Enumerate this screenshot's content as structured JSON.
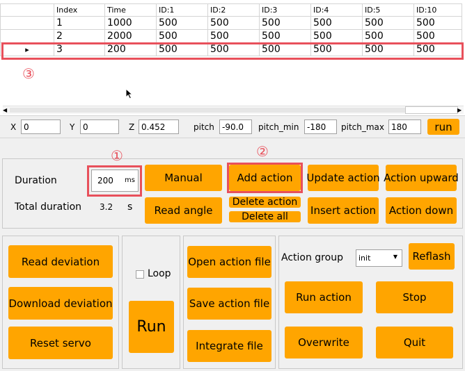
{
  "table": {
    "headers": [
      "",
      "Index",
      "Time",
      "ID:1",
      "ID:2",
      "ID:3",
      "ID:4",
      "ID:5",
      "ID:10"
    ],
    "rows": [
      [
        "",
        "1",
        "1000",
        "500",
        "500",
        "500",
        "500",
        "500",
        "500"
      ],
      [
        "",
        "2",
        "2000",
        "500",
        "500",
        "500",
        "500",
        "500",
        "500"
      ],
      [
        "▸",
        "3",
        "200",
        "500",
        "500",
        "500",
        "500",
        "500",
        "500"
      ]
    ]
  },
  "annotations": {
    "one": "①",
    "two": "②",
    "three": "③"
  },
  "coords": {
    "x_label": "X",
    "x_value": "0",
    "y_label": "Y",
    "y_value": "0",
    "z_label": "Z",
    "z_value": "0.452",
    "pitch_label": "pitch",
    "pitch_value": "-90.0",
    "pitch_min_label": "pitch_min",
    "pitch_min_value": "-180",
    "pitch_max_label": "pitch_max",
    "pitch_max_value": "180",
    "run_label": "run"
  },
  "actions": {
    "duration_label": "Duration",
    "duration_value": "200",
    "duration_unit": "ms",
    "total_label": "Total duration",
    "total_value": "3.2",
    "total_unit": "s",
    "manual": "Manual",
    "read_angle": "Read angle",
    "add_action": "Add action",
    "delete_action": "Delete action",
    "delete_all": "Delete all",
    "update_action": "Update action",
    "insert_action": "Insert action",
    "action_upward": "Action upward",
    "action_down": "Action down"
  },
  "deviation": {
    "read": "Read deviation",
    "download": "Download deviation",
    "reset": "Reset servo"
  },
  "loop": {
    "label": "Loop",
    "checked": false,
    "run": "Run"
  },
  "files": {
    "open": "Open action file",
    "save": "Save action file",
    "integrate": "Integrate file"
  },
  "group": {
    "label": "Action group",
    "selected": "init",
    "reflash": "Reflash",
    "run_action": "Run action",
    "stop": "Stop",
    "overwrite": "Overwrite",
    "quit": "Quit"
  },
  "colors": {
    "button": "#ffa500",
    "highlight": "#e8505b"
  }
}
